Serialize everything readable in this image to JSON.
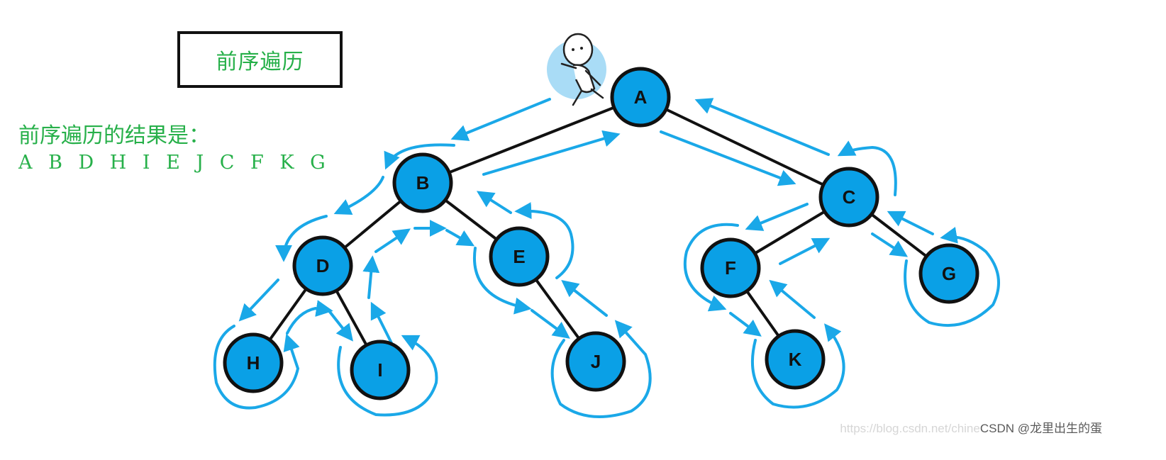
{
  "title": "前序遍历",
  "result_label": "前序遍历的结果是：",
  "result_sequence": "A B D H I E J C F K G",
  "watermark": {
    "url": "https://blog.csdn.net/chine",
    "brand": "CSDN @龙里出生的蛋"
  },
  "tree": {
    "root": "A",
    "nodes": [
      {
        "id": "A",
        "label": "A"
      },
      {
        "id": "B",
        "label": "B"
      },
      {
        "id": "C",
        "label": "C"
      },
      {
        "id": "D",
        "label": "D"
      },
      {
        "id": "E",
        "label": "E"
      },
      {
        "id": "F",
        "label": "F"
      },
      {
        "id": "G",
        "label": "G"
      },
      {
        "id": "H",
        "label": "H"
      },
      {
        "id": "I",
        "label": "I"
      },
      {
        "id": "J",
        "label": "J"
      },
      {
        "id": "K",
        "label": "K"
      }
    ],
    "edges": [
      [
        "A",
        "B"
      ],
      [
        "A",
        "C"
      ],
      [
        "B",
        "D"
      ],
      [
        "B",
        "E"
      ],
      [
        "D",
        "H"
      ],
      [
        "D",
        "I"
      ],
      [
        "E",
        "J"
      ],
      [
        "C",
        "F"
      ],
      [
        "C",
        "G"
      ],
      [
        "F",
        "K"
      ]
    ]
  },
  "icons": {
    "walker": "walking-cartoon-figure-icon"
  },
  "colors": {
    "node_fill": "#0aa0e6",
    "node_stroke": "#111111",
    "edge": "#111111",
    "traversal_path": "#1aa8e8",
    "text_green": "#27b04a"
  }
}
